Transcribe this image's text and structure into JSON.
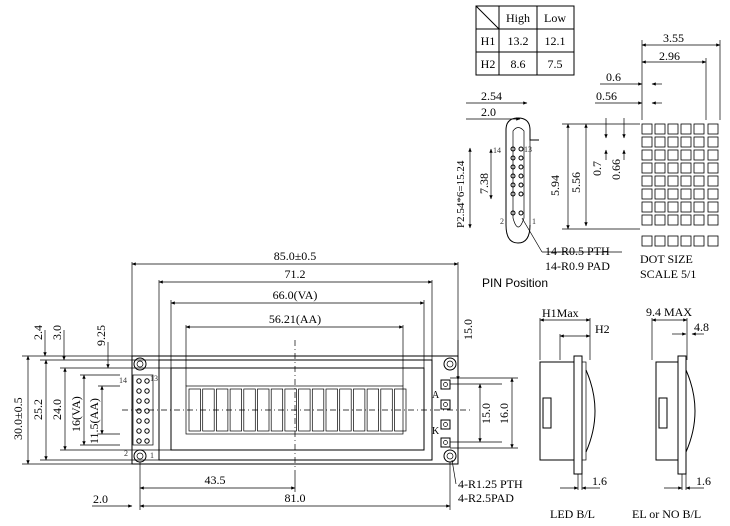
{
  "table": {
    "headers": [
      "",
      "High",
      "Low"
    ],
    "rows": [
      {
        "label": "H1",
        "high": "13.2",
        "low": "12.1"
      },
      {
        "label": "H2",
        "high": "8.6",
        "low": "7.5"
      }
    ]
  },
  "pin_position": {
    "dim_2_54": "2.54",
    "dim_2_0": "2.0",
    "dim_7_38": "7.38",
    "pitch": "P2.54*6=15.24",
    "pin14": "14",
    "pin13": "13",
    "pin2": "2",
    "pin1": "1",
    "pth_note": "14-R0.5 PTH",
    "pad_note": "14-R0.9 PAD",
    "caption": "PIN Position"
  },
  "dot_size": {
    "dim_3_55": "3.55",
    "dim_2_96": "2.96",
    "dim_0_6": "0.6",
    "dim_0_56": "0.56",
    "dim_5_94": "5.94",
    "dim_5_56": "5.56",
    "dim_0_7": "0.7",
    "dim_0_66": "0.66",
    "caption1": "DOT SIZE",
    "caption2": "SCALE 5/1"
  },
  "front": {
    "dim_85": "85.0±0.5",
    "dim_71_2": "71.2",
    "dim_66_va": "66.0(VA)",
    "dim_56_aa": "56.21(AA)",
    "dim_2_4": "2.4",
    "dim_3_0": "3.0",
    "dim_9_25": "9.25",
    "dim_15_0_top": "15.0",
    "dim_30": "30.0±0.5",
    "dim_25_2": "25.2",
    "dim_24": "24.0",
    "dim_16_va": "16(VA)",
    "dim_11_5_aa": "11.5(AA)",
    "dim_15_0_right": "15.0",
    "dim_16_0_right": "16.0",
    "dim_43_5": "43.5",
    "dim_2_0": "2.0",
    "dim_81": "81.0",
    "pin14": "14",
    "pin13": "13",
    "pin2": "2",
    "pin1": "1",
    "pin_a": "A",
    "pin_k": "K",
    "pth_note": "4-R1.25 PTH",
    "pad_note": "4-R2.5PAD"
  },
  "side_led": {
    "h1": "H1Max",
    "h2": "H2",
    "dim_1_6": "1.6",
    "caption": "LED B/L"
  },
  "side_el": {
    "dim_9_4": "9.4 MAX",
    "dim_4_8": "4.8",
    "dim_1_6": "1.6",
    "caption": "EL or NO B/L"
  }
}
